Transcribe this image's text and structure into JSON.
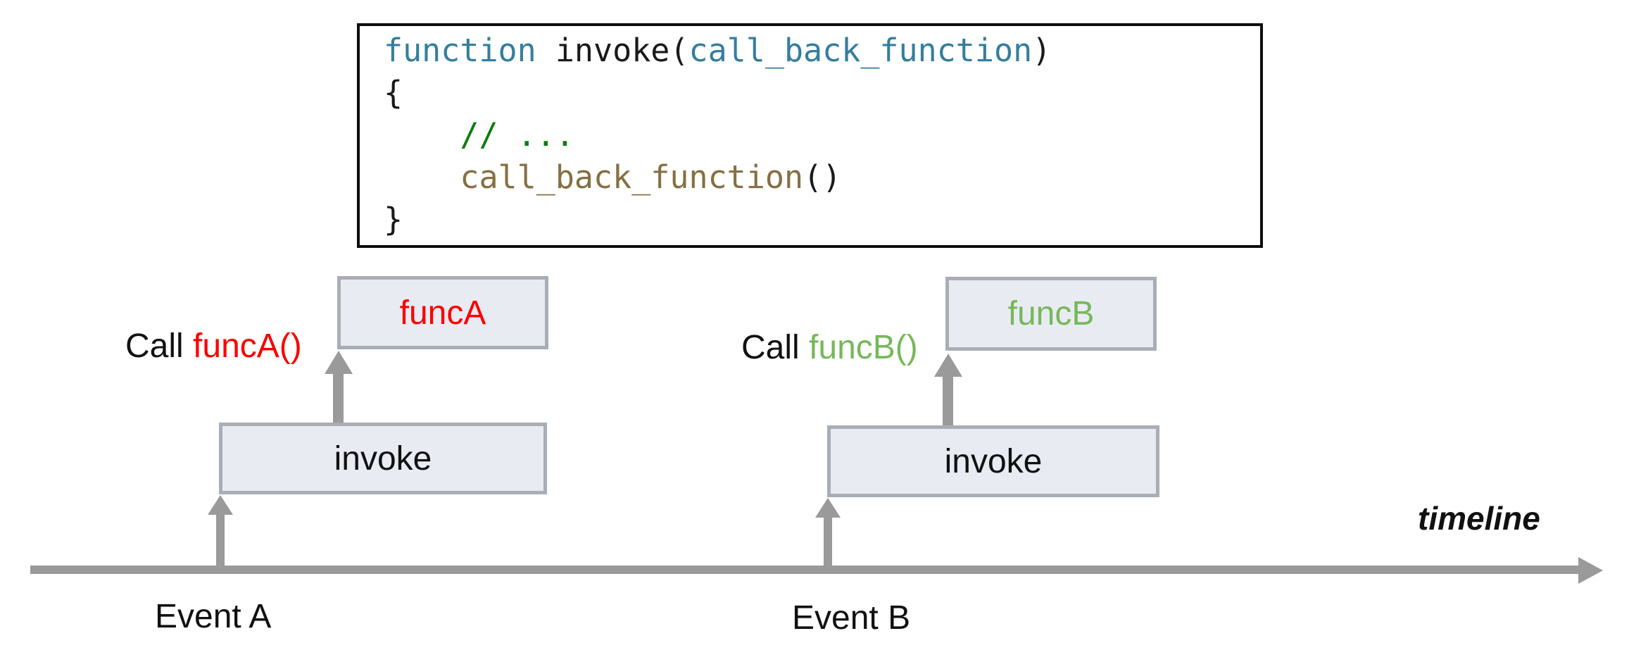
{
  "code_box": {
    "line1": {
      "kw": "function",
      "mid": " invoke(",
      "param": "call_back_function",
      "close": ")"
    },
    "line2": "{",
    "line3": "    // ...",
    "line4": {
      "name": "    call_back_function",
      "parens": "()"
    },
    "line5": "}"
  },
  "diagram": {
    "call_a": {
      "prefix": "Call ",
      "func": "funcA()"
    },
    "call_b": {
      "prefix": "Call ",
      "func": "funcB()"
    },
    "boxes": {
      "func_a": "funcA",
      "invoke_a": "invoke",
      "func_b": "funcB",
      "invoke_b": "invoke"
    },
    "events": {
      "a": "Event A",
      "b": "Event B"
    },
    "timeline_label": "timeline"
  },
  "colors": {
    "keyword_teal": "#347e9e",
    "comment_green": "#0b7d0b",
    "callback_olive": "#857043",
    "func_a_red": "#fb0000",
    "func_b_green": "#76b85a",
    "node_fill": "#e9ebf2",
    "node_border": "#a9adb5",
    "arrow_gray": "#9a9a9a",
    "code_border": "#0d0d0d"
  }
}
